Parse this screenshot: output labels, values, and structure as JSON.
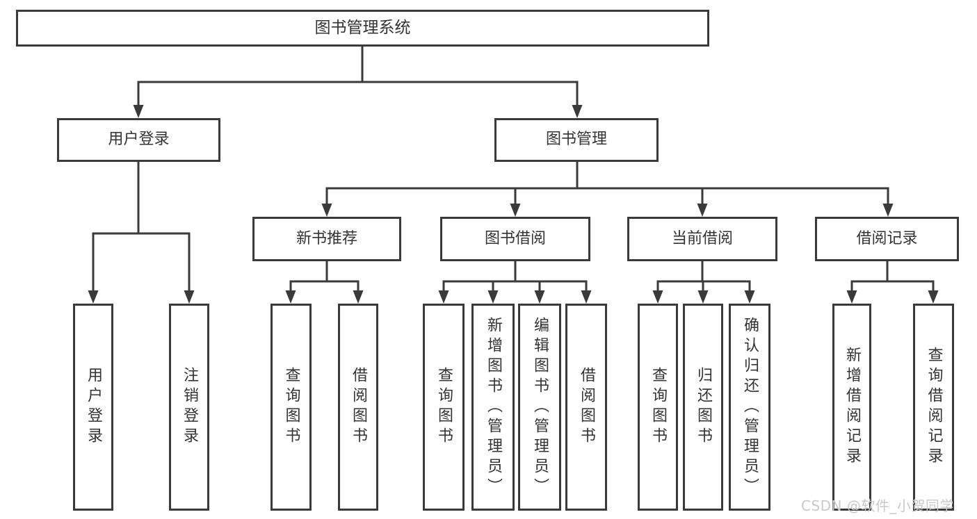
{
  "diagram": {
    "title": "图书管理系统",
    "nodes": {
      "user_login": "用户登录",
      "book_mgmt": "图书管理",
      "new_book_rec": "新书推荐",
      "book_borrow": "图书借阅",
      "current_borrow": "当前借阅",
      "borrow_records": "借阅记录",
      "leaf_user_login": "用户登录",
      "leaf_logout": "注销登录",
      "leaf_nbr_query": "查询图书",
      "leaf_nbr_borrow": "借阅图书",
      "leaf_bb_query": "查询图书",
      "leaf_bb_add": "新增图书（管理员）",
      "leaf_bb_edit": "编辑图书（管理员）",
      "leaf_bb_borrow": "借阅图书",
      "leaf_cb_query": "查询图书",
      "leaf_cb_return": "归还图书",
      "leaf_cb_confirm": "确认归还（管理员）",
      "leaf_br_add": "新增借阅记录",
      "leaf_br_query": "查询借阅记录"
    },
    "line_color": "#3a3a3a",
    "watermark": "CSDN @软件_小贺同学"
  }
}
